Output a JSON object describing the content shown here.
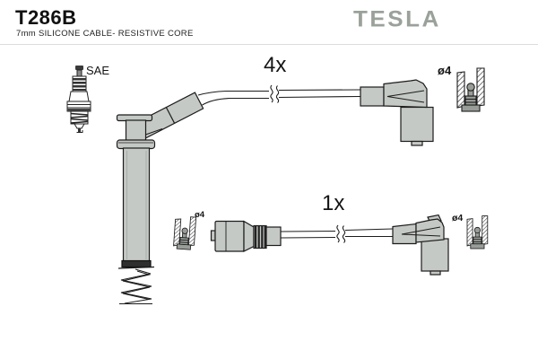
{
  "header": {
    "part_number": "T286B",
    "subtitle": "7mm SILICONE CABLE- RESISTIVE CORE",
    "brand_logo": "TESLA"
  },
  "diagram_labels": {
    "spark_plug_standard": "SAE",
    "coil_lead_quantity": "4x",
    "single_lead_quantity": "1x",
    "terminal_diameter_top": "ø4",
    "terminal_diameter_bottom_left": "ø4",
    "terminal_diameter_bottom_right": "ø4"
  },
  "colors": {
    "line": "#1c1c1c",
    "boot_fill": "#c5c9c5",
    "collar_dark": "#2f2f2f",
    "pin_fill": "#989d98",
    "logo_gray": "#9aa19a",
    "divider": "#dcdcdc",
    "background": "#ffffff"
  }
}
